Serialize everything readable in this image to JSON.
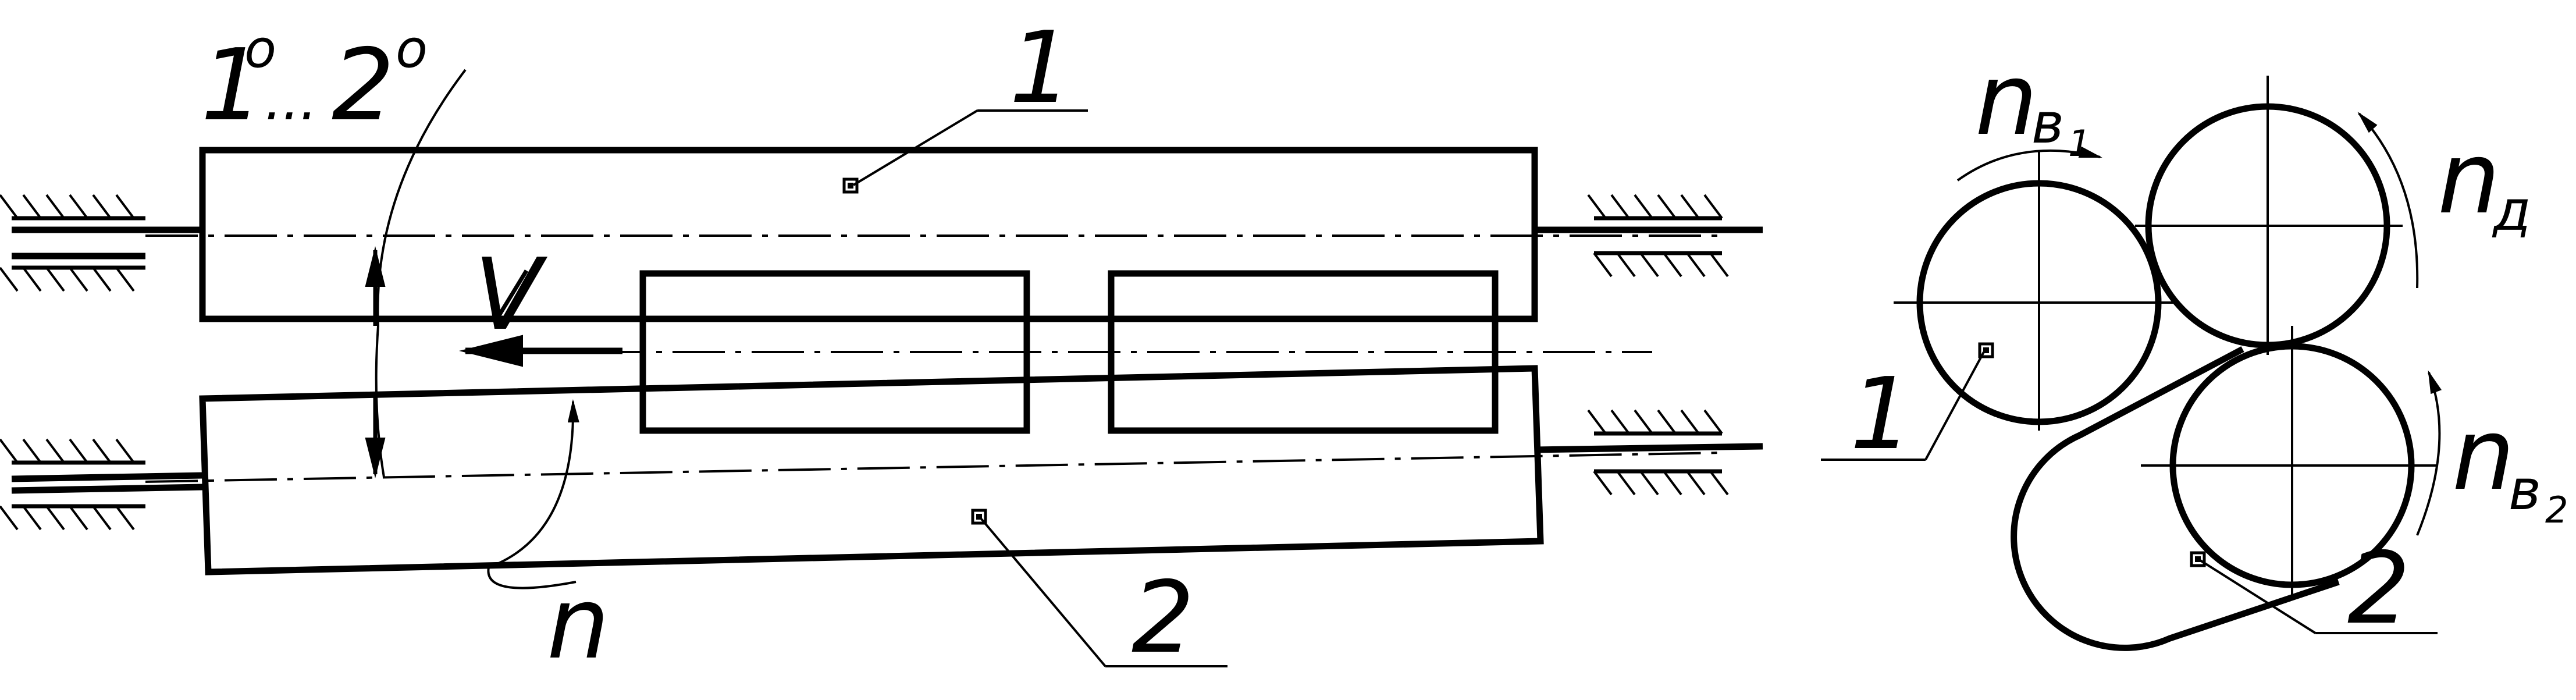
{
  "labels": {
    "position_range": {
      "start": "1",
      "start_sup": "o",
      "dots": "...",
      "end": "2",
      "end_sup": "o"
    },
    "callout_top_1": "1",
    "callout_bottom_2": "2",
    "velocity": "V",
    "rotation_n": "n",
    "right_1": "1",
    "right_2": "2",
    "n_v1": {
      "main": "n",
      "sub": "в",
      "sub2": "1"
    },
    "n_d": {
      "main": "n",
      "sub": "д"
    },
    "n_v2": {
      "main": "n",
      "sub": "в",
      "sub2": "2"
    }
  }
}
